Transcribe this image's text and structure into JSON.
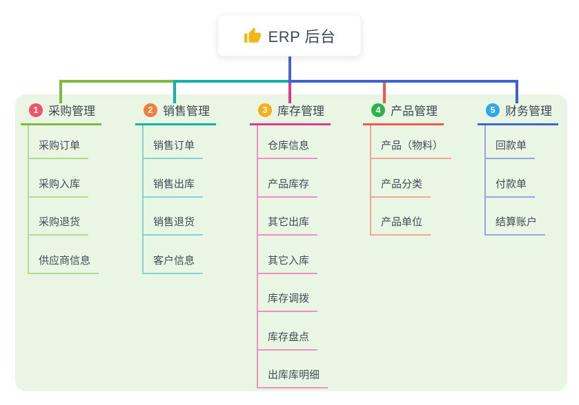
{
  "root": {
    "title": "ERP 后台",
    "icon": "thumbs-up-icon",
    "icon_color": "#f2b713",
    "connector_color": "#4a61d4"
  },
  "panel": {
    "background": "#e9f6e3"
  },
  "branches": [
    {
      "index": "1",
      "label": "采购管理",
      "badge_color": "#f4516c",
      "line_color": "#7fb83f",
      "child_line_color": "#b5d98e",
      "children": [
        "采购订单",
        "采购入库",
        "采购退货",
        "供应商信息"
      ]
    },
    {
      "index": "2",
      "label": "销售管理",
      "badge_color": "#f77c35",
      "line_color": "#13b2a9",
      "child_line_color": "#80d3cb",
      "children": [
        "销售订单",
        "销售出库",
        "销售退货",
        "客户信息"
      ]
    },
    {
      "index": "3",
      "label": "库存管理",
      "badge_color": "#fbae17",
      "line_color": "#e0388d",
      "child_line_color": "#f08fc0",
      "children": [
        "仓库信息",
        "产品库存",
        "其它出库",
        "其它入库",
        "库存调拨",
        "库存盘点",
        "出库库明细"
      ]
    },
    {
      "index": "4",
      "label": "产品管理",
      "badge_color": "#2cb44b",
      "line_color": "#f4564c",
      "child_line_color": "#f8a29c",
      "children": [
        "产品（物料）",
        "产品分类",
        "产品单位"
      ]
    },
    {
      "index": "5",
      "label": "财务管理",
      "badge_color": "#2ca6ec",
      "line_color": "#4060d5",
      "child_line_color": "#93a5e3",
      "children": [
        "回款单",
        "付款单",
        "结算账户"
      ]
    }
  ]
}
